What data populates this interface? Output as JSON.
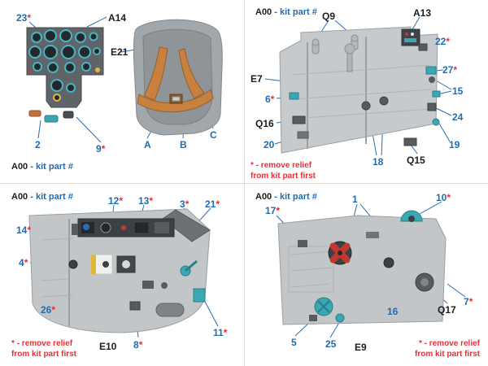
{
  "palette": {
    "callout_blue": "#1f6cb4",
    "asterisk_red": "#e0323a",
    "label_black": "#1d1d1b",
    "note_red": "#e0323a",
    "leader_line_blue": "#2a6db0",
    "panel_light_gray": "#c6cacd",
    "panel_dark_gray": "#5f6468",
    "detail_teal": "#3aa7b5",
    "harness_orange": "#c8803f",
    "selector_red": "#c0392b"
  },
  "common": {
    "kit_part": "A00",
    "kit_suffix": "- kit part #",
    "star": "*",
    "note_line1": "- remove relief",
    "note_line2": "from kit part first"
  },
  "tl": {
    "labels": {
      "a14": "A14",
      "e21": "E21"
    },
    "callouts": {
      "n23": "23",
      "n2": "2",
      "n9": "9",
      "a": "A",
      "b": "B",
      "c": "C"
    }
  },
  "tr": {
    "labels": {
      "q9": "Q9",
      "a13": "A13",
      "e7": "E7",
      "q16": "Q16",
      "q15": "Q15"
    },
    "callouts": {
      "n22": "22",
      "n27": "27",
      "n15": "15",
      "n24": "24",
      "n19": "19",
      "n6": "6",
      "n20": "20",
      "n18": "18"
    }
  },
  "bl": {
    "labels": {
      "e10": "E10"
    },
    "callouts": {
      "n12": "12",
      "n13": "13",
      "n3": "3",
      "n21": "21",
      "n14": "14",
      "n4": "4",
      "n26": "26",
      "n8": "8",
      "n11": "11"
    }
  },
  "br": {
    "labels": {
      "e9": "E9",
      "q17": "Q17"
    },
    "callouts": {
      "n17": "17",
      "n1": "1",
      "n10": "10",
      "n7": "7",
      "n5": "5",
      "n25": "25",
      "n16": "16"
    }
  }
}
